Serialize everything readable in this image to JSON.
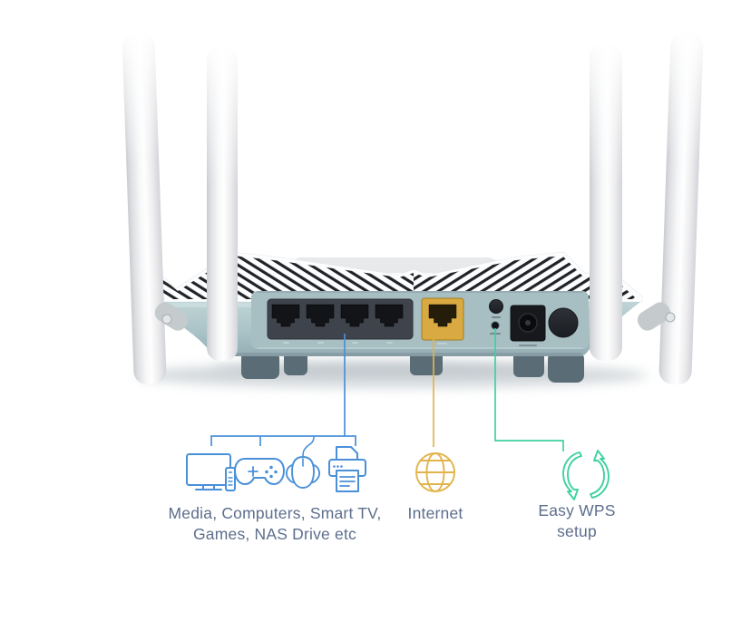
{
  "device": {
    "name": "wifi-router-rear-view",
    "antenna_count": 4,
    "rear_panel": {
      "lan_ports": 4,
      "internet_ports": 1,
      "controls": [
        "wps-button",
        "reset-hole",
        "power-jack",
        "power-button"
      ]
    }
  },
  "callouts": {
    "lan": {
      "icons": [
        "tv-remote-icon",
        "gamepad-icon",
        "gaming-mouse-icon",
        "printer-icon"
      ],
      "label_line1": "Media, Computers, Smart TV,",
      "label_line2": "Games, NAS Drive etc"
    },
    "internet": {
      "icon": "globe-icon",
      "label": "Internet"
    },
    "wps": {
      "icon": "wps-sync-arrows-icon",
      "label_line1": "Easy WPS",
      "label_line2": "setup"
    }
  },
  "colors": {
    "lan_accent": "#4a90d9",
    "internet_accent": "#e2b44c",
    "wps_accent": "#3fd1a0",
    "caption_text": "#5d6e8c",
    "router_body": "#afc8cc",
    "internet_port_bezel": "#d9a942"
  }
}
